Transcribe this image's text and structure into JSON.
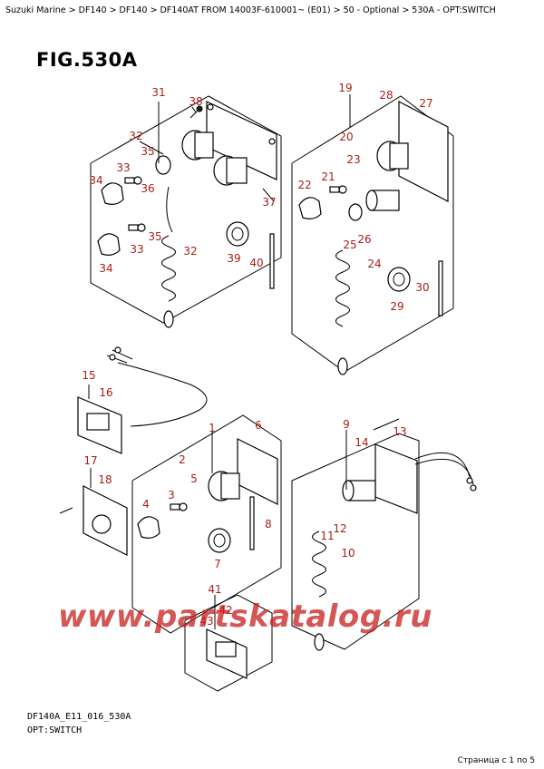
{
  "breadcrumb": "Suzuki Marine > DF140 > DF140 > DF140AT FROM 14003F-610001~ (E01) > 50 - Optional > 530A - OPT:SWITCH",
  "fig_title": "FIG.530A",
  "watermark": "www.partskatalog.ru",
  "footer": {
    "code": "DF140A_E11_016_530A",
    "name": "OPT:SWITCH"
  },
  "pagination": "Страница с 1 по 5",
  "callouts": [
    "31",
    "38",
    "32",
    "35",
    "33",
    "34",
    "36",
    "35",
    "33",
    "34",
    "32",
    "37",
    "39",
    "40",
    "19",
    "28",
    "27",
    "20",
    "23",
    "21",
    "22",
    "26",
    "25",
    "24",
    "30",
    "29",
    "15",
    "16",
    "17",
    "18",
    "1",
    "6",
    "2",
    "5",
    "3",
    "4",
    "8",
    "7",
    "9",
    "13",
    "14",
    "12",
    "11",
    "10",
    "41",
    "42",
    "43"
  ],
  "colors": {
    "callout": "#a8201a",
    "watermark": "#c81e1e"
  }
}
